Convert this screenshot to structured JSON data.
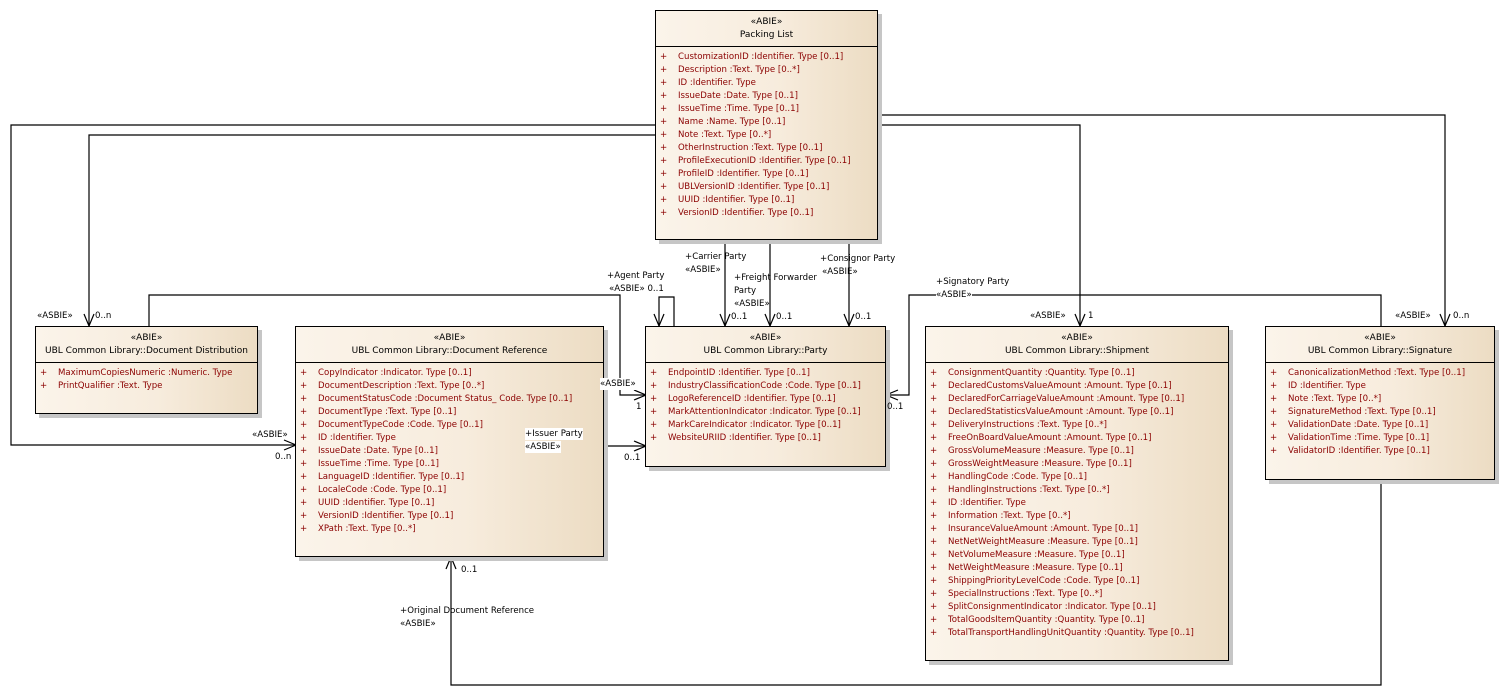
{
  "diagram": {
    "classes": {
      "packing_list": {
        "stereotype": "«ABIE»",
        "name": "Packing List",
        "attributes": [
          {
            "vis": "+",
            "text": "CustomizationID  :Identifier. Type [0..1]"
          },
          {
            "vis": "+",
            "text": "Description  :Text. Type [0..*]"
          },
          {
            "vis": "+",
            "text": "ID  :Identifier. Type"
          },
          {
            "vis": "+",
            "text": "IssueDate  :Date. Type [0..1]"
          },
          {
            "vis": "+",
            "text": "IssueTime  :Time. Type [0..1]"
          },
          {
            "vis": "+",
            "text": "Name  :Name. Type [0..1]"
          },
          {
            "vis": "+",
            "text": "Note  :Text. Type [0..*]"
          },
          {
            "vis": "+",
            "text": "OtherInstruction  :Text. Type [0..1]"
          },
          {
            "vis": "+",
            "text": "ProfileExecutionID  :Identifier. Type [0..1]"
          },
          {
            "vis": "+",
            "text": "ProfileID  :Identifier. Type [0..1]"
          },
          {
            "vis": "+",
            "text": "UBLVersionID  :Identifier. Type [0..1]"
          },
          {
            "vis": "+",
            "text": "UUID  :Identifier. Type [0..1]"
          },
          {
            "vis": "+",
            "text": "VersionID  :Identifier. Type [0..1]"
          }
        ]
      },
      "document_distribution": {
        "stereotype": "«ABIE»",
        "name": "UBL Common Library::Document Distribution",
        "attributes": [
          {
            "vis": "+",
            "text": "MaximumCopiesNumeric  :Numeric. Type"
          },
          {
            "vis": "+",
            "text": "PrintQualifier  :Text. Type"
          }
        ]
      },
      "document_reference": {
        "stereotype": "«ABIE»",
        "name": "UBL Common Library::Document Reference",
        "attributes": [
          {
            "vis": "+",
            "text": "CopyIndicator  :Indicator. Type [0..1]"
          },
          {
            "vis": "+",
            "text": "DocumentDescription  :Text. Type [0..*]"
          },
          {
            "vis": "+",
            "text": "DocumentStatusCode  :Document Status_ Code. Type [0..1]"
          },
          {
            "vis": "+",
            "text": "DocumentType  :Text. Type [0..1]"
          },
          {
            "vis": "+",
            "text": "DocumentTypeCode  :Code. Type [0..1]"
          },
          {
            "vis": "+",
            "text": "ID  :Identifier. Type"
          },
          {
            "vis": "+",
            "text": "IssueDate  :Date. Type [0..1]"
          },
          {
            "vis": "+",
            "text": "IssueTime  :Time. Type [0..1]"
          },
          {
            "vis": "+",
            "text": "LanguageID  :Identifier. Type [0..1]"
          },
          {
            "vis": "+",
            "text": "LocaleCode  :Code. Type [0..1]"
          },
          {
            "vis": "+",
            "text": "UUID  :Identifier. Type [0..1]"
          },
          {
            "vis": "+",
            "text": "VersionID  :Identifier. Type [0..1]"
          },
          {
            "vis": "+",
            "text": "XPath  :Text. Type [0..*]"
          }
        ]
      },
      "party": {
        "stereotype": "«ABIE»",
        "name": "UBL Common Library::Party",
        "attributes": [
          {
            "vis": "+",
            "text": "EndpointID  :Identifier. Type [0..1]"
          },
          {
            "vis": "+",
            "text": "IndustryClassificationCode  :Code. Type [0..1]"
          },
          {
            "vis": "+",
            "text": "LogoReferenceID  :Identifier. Type [0..1]"
          },
          {
            "vis": "+",
            "text": "MarkAttentionIndicator  :Indicator. Type [0..1]"
          },
          {
            "vis": "+",
            "text": "MarkCareIndicator  :Indicator. Type [0..1]"
          },
          {
            "vis": "+",
            "text": "WebsiteURIID  :Identifier. Type [0..1]"
          }
        ]
      },
      "shipment": {
        "stereotype": "«ABIE»",
        "name": "UBL Common Library::Shipment",
        "attributes": [
          {
            "vis": "+",
            "text": "ConsignmentQuantity  :Quantity. Type [0..1]"
          },
          {
            "vis": "+",
            "text": "DeclaredCustomsValueAmount  :Amount. Type [0..1]"
          },
          {
            "vis": "+",
            "text": "DeclaredForCarriageValueAmount  :Amount. Type [0..1]"
          },
          {
            "vis": "+",
            "text": "DeclaredStatisticsValueAmount  :Amount. Type [0..1]"
          },
          {
            "vis": "+",
            "text": "DeliveryInstructions  :Text. Type [0..*]"
          },
          {
            "vis": "+",
            "text": "FreeOnBoardValueAmount  :Amount. Type [0..1]"
          },
          {
            "vis": "+",
            "text": "GrossVolumeMeasure  :Measure. Type [0..1]"
          },
          {
            "vis": "+",
            "text": "GrossWeightMeasure  :Measure. Type [0..1]"
          },
          {
            "vis": "+",
            "text": "HandlingCode  :Code. Type [0..1]"
          },
          {
            "vis": "+",
            "text": "HandlingInstructions  :Text. Type [0..*]"
          },
          {
            "vis": "+",
            "text": "ID  :Identifier. Type"
          },
          {
            "vis": "+",
            "text": "Information  :Text. Type [0..*]"
          },
          {
            "vis": "+",
            "text": "InsuranceValueAmount  :Amount. Type [0..1]"
          },
          {
            "vis": "+",
            "text": "NetNetWeightMeasure  :Measure. Type [0..1]"
          },
          {
            "vis": "+",
            "text": "NetVolumeMeasure  :Measure. Type [0..1]"
          },
          {
            "vis": "+",
            "text": "NetWeightMeasure  :Measure. Type [0..1]"
          },
          {
            "vis": "+",
            "text": "ShippingPriorityLevelCode  :Code. Type [0..1]"
          },
          {
            "vis": "+",
            "text": "SpecialInstructions  :Text. Type [0..*]"
          },
          {
            "vis": "+",
            "text": "SplitConsignmentIndicator  :Indicator. Type [0..1]"
          },
          {
            "vis": "+",
            "text": "TotalGoodsItemQuantity  :Quantity. Type [0..1]"
          },
          {
            "vis": "+",
            "text": "TotalTransportHandlingUnitQuantity  :Quantity. Type [0..1]"
          }
        ]
      },
      "signature": {
        "stereotype": "«ABIE»",
        "name": "UBL Common Library::Signature",
        "attributes": [
          {
            "vis": "+",
            "text": "CanonicalizationMethod  :Text. Type [0..1]"
          },
          {
            "vis": "+",
            "text": "ID  :Identifier. Type"
          },
          {
            "vis": "+",
            "text": "Note  :Text. Type [0..*]"
          },
          {
            "vis": "+",
            "text": "SignatureMethod  :Text. Type [0..1]"
          },
          {
            "vis": "+",
            "text": "ValidationDate  :Date. Type [0..1]"
          },
          {
            "vis": "+",
            "text": "ValidationTime  :Time. Type [0..1]"
          },
          {
            "vis": "+",
            "text": "ValidatorID  :Identifier. Type [0..1]"
          }
        ]
      }
    },
    "labels": {
      "doc_dist_stereo": "«ASBIE»",
      "doc_dist_mult": "0..n",
      "doc_ref_stereo": "«ASBIE»",
      "doc_ref_mult": "0..n",
      "agent_role": "+Agent Party",
      "agent_stereo_mult": "«ASBIE» 0..1",
      "carrier_role": "+Carrier Party",
      "carrier_stereo": "«ASBIE»",
      "carrier_mult": "0..1",
      "freight_role_1": "+Freight Forwarder",
      "freight_role_2": "Party",
      "freight_stereo": "«ASBIE»",
      "freight_mult": "0..1",
      "consignor_role": "+Consignor Party",
      "consignor_stereo": "«ASBIE»",
      "consignor_mult": "0..1",
      "party_left_stereo": "«ASBIE»",
      "party_left_mult": "1",
      "issuer_role": "+Issuer Party",
      "issuer_stereo": "«ASBIE»",
      "issuer_mult": "0..1",
      "signatory_role": "+Signatory Party",
      "signatory_stereo": "«ASBIE»",
      "signatory_mult": "0..1",
      "shipment_stereo": "«ASBIE»",
      "shipment_mult": "1",
      "signature_stereo": "«ASBIE»",
      "signature_mult": "0..n",
      "orig_doc_role": "+Original Document Reference",
      "orig_doc_stereo": "«ASBIE»",
      "orig_doc_mult": "0..1"
    }
  }
}
